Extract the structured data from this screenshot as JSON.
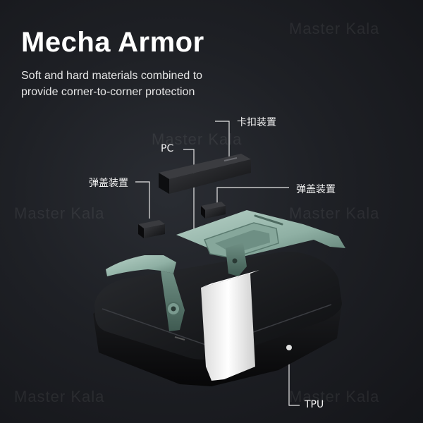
{
  "header": {
    "title": "Mecha Armor",
    "subtitle_line1": "Soft and hard materials combined to",
    "subtitle_line2": "provide corner-to-corner protection"
  },
  "callouts": {
    "clip_device": "卡扣装置",
    "pc": "PC",
    "spring_cover_left": "弹盖装置",
    "spring_cover_right": "弹盖装置",
    "tpu": "TPU"
  },
  "watermark": {
    "brand": "Master Kala"
  },
  "colors": {
    "background": "#1e2025",
    "case_tpu": "#111214",
    "insert_white": "#f2f2f2",
    "armor_pc": "#9fbdb2",
    "callout_line": "#e6e6e6"
  }
}
